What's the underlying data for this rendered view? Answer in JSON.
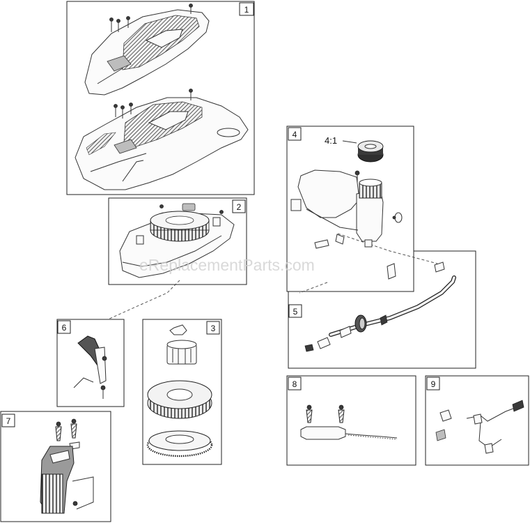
{
  "watermark": "eReplacementParts.com",
  "detail_ratio": "4:1",
  "panels": [
    {
      "key": "p1",
      "label": "1"
    },
    {
      "key": "p2",
      "label": "2"
    },
    {
      "key": "p3",
      "label": "3"
    },
    {
      "key": "p4",
      "label": "4"
    },
    {
      "key": "p5",
      "label": "5"
    },
    {
      "key": "p6",
      "label": "6"
    },
    {
      "key": "p7",
      "label": "7"
    },
    {
      "key": "p8",
      "label": "8"
    },
    {
      "key": "p9",
      "label": "9"
    }
  ]
}
